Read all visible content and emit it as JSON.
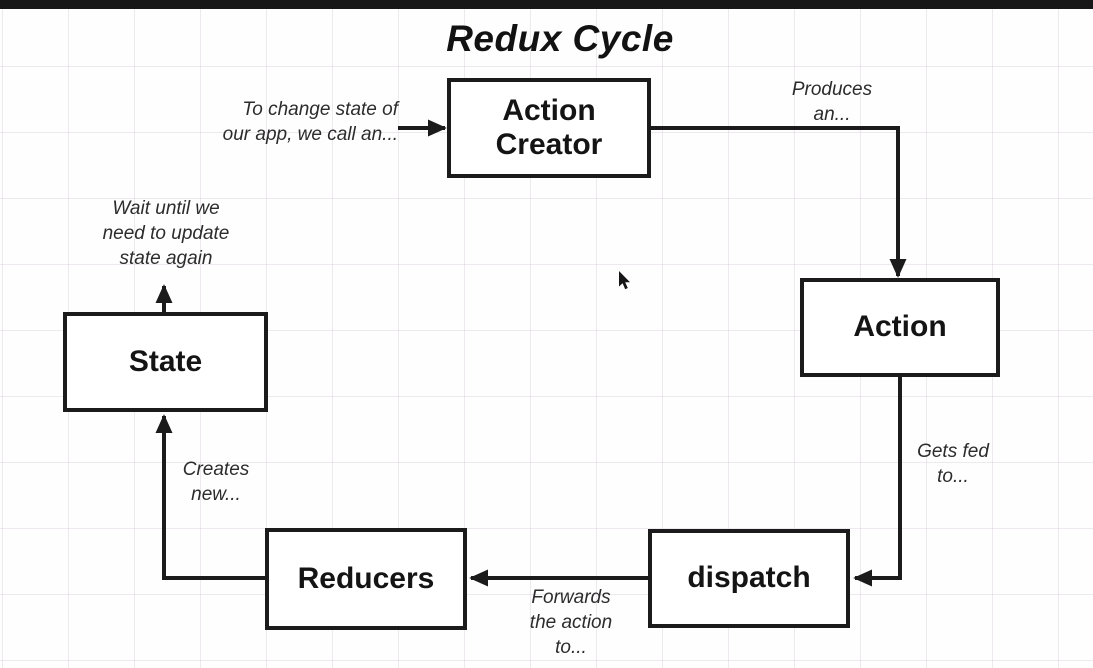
{
  "title": "Redux Cycle",
  "nodes": {
    "action_creator": "Action\nCreator",
    "action": "Action",
    "dispatch": "dispatch",
    "reducers": "Reducers",
    "state": "State"
  },
  "annotations": {
    "call_an": "To change state of\nour app, we call an...",
    "produces": "Produces\nan...",
    "gets_fed": "Gets fed\nto...",
    "forwards": "Forwards\nthe action\nto...",
    "creates_new": "Creates\nnew...",
    "wait": "Wait until we\nneed to update\nstate again"
  },
  "colors": {
    "background": "#fefefe",
    "grid_line": "#d6c8d8",
    "box_border": "#1b1b1b",
    "arrow": "#1b1b1b",
    "text": "#141414",
    "note_text": "#2c2c2c",
    "top_bar": "#171717"
  }
}
